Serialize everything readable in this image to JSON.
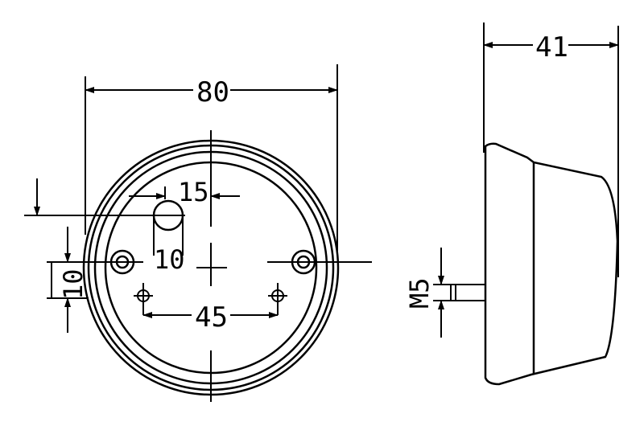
{
  "dimensions": {
    "overall_diameter": "80",
    "depth": "41",
    "slot_offset": "15",
    "slot_width": "10",
    "vertical_offset": "10",
    "hole_spacing": "45",
    "thread": "M5"
  },
  "colors": {
    "stroke": "#000000",
    "background": "#ffffff"
  }
}
